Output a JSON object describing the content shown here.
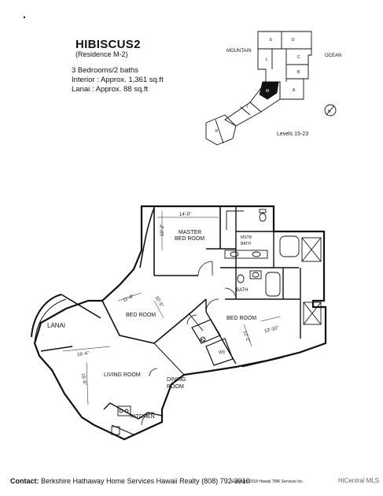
{
  "header": {
    "title": "HIBISCUS2",
    "subtitle": "(Residence M-2)",
    "bedrooms": "3 Bedrooms/2 baths",
    "interior": "Interior : Approx. 1,361 sq.ft",
    "lanai": "Lanai : Approx. 88 sq.ft"
  },
  "keyplan": {
    "mountain": "MOUNTAIN",
    "ocean": "OCEAN",
    "levels": "Levels 15-23",
    "unit_letters": [
      "E",
      "D",
      "L",
      "C",
      "B",
      "A",
      "M",
      "K",
      "I"
    ]
  },
  "rooms": {
    "master_line1": "MASTER",
    "master_line2": "BED ROOM",
    "master_bath_line1": "MSTR",
    "master_bath_line2": "BATH",
    "bath": "BATH",
    "bedroom_left": "BED ROOM",
    "bedroom_right": "BED ROOM",
    "lanai": "LANAI",
    "living": "LIVING ROOM",
    "dining_line1": "DINING",
    "dining_line2": "ROOM",
    "kitchen": "KITCHEN",
    "ac": "AC",
    "wd": "WD"
  },
  "dimensions": {
    "master_w": "14'-0\"",
    "master_h": "10'-2\"",
    "bed_left_w": "11'-8\"",
    "bed_left_h": "10'-5\"",
    "bed_right_w": "12'-2\"",
    "bed_right_h": "13'-10\"",
    "lanai_w": "16'-4\"",
    "living_h": "15'-6\""
  },
  "footer": {
    "contact_label": "Contact:",
    "contact_text": "Berkshire Hathaway Home Services Hawaii Realty (808) 792-3910",
    "copyright": "Copyright 2018 Hawaii TMK Services Inc.",
    "watermark": "HiCentral MLS"
  }
}
